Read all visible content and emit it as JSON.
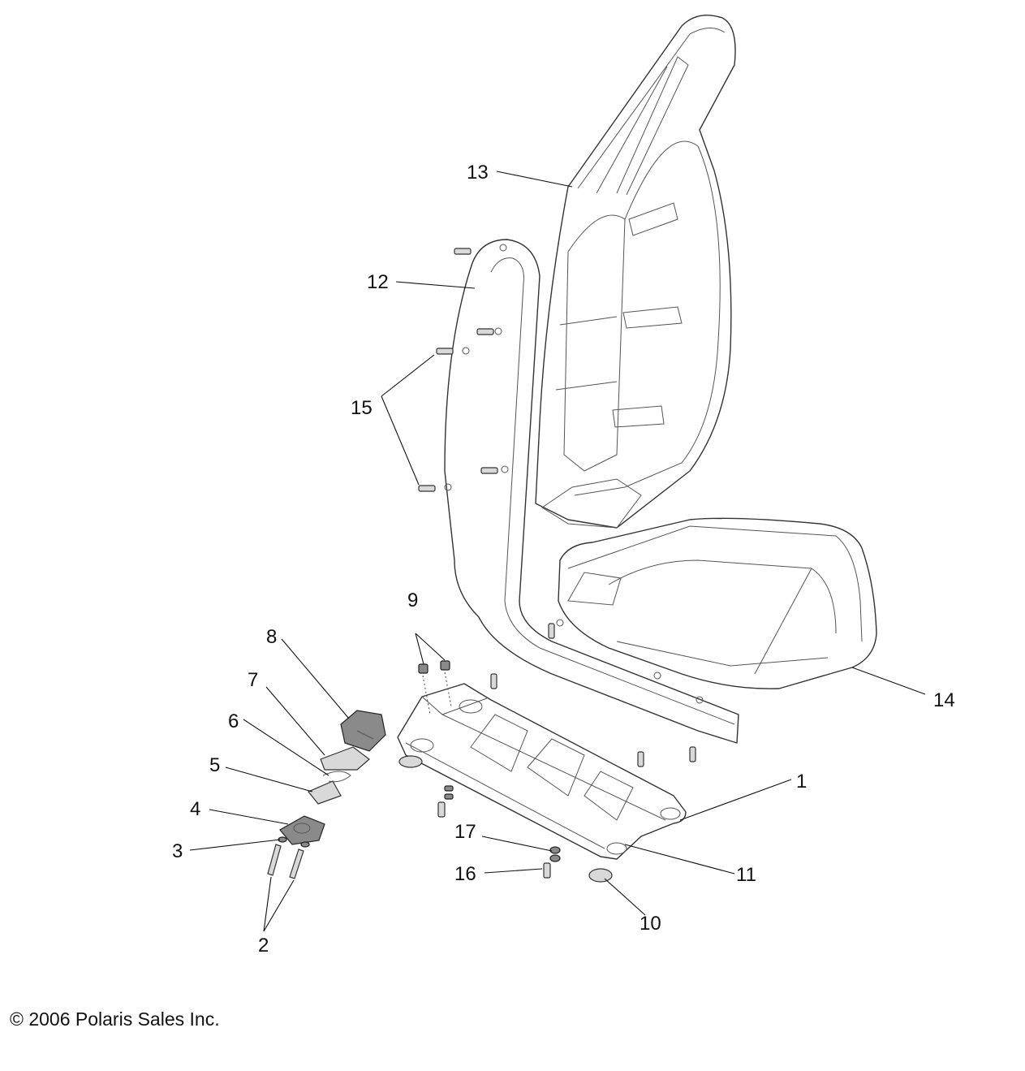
{
  "diagram": {
    "callouts": [
      "1",
      "2",
      "3",
      "4",
      "5",
      "6",
      "7",
      "8",
      "9",
      "10",
      "11",
      "12",
      "13",
      "14",
      "15",
      "16",
      "17"
    ]
  },
  "copyright": "© 2006 Polaris Sales Inc."
}
